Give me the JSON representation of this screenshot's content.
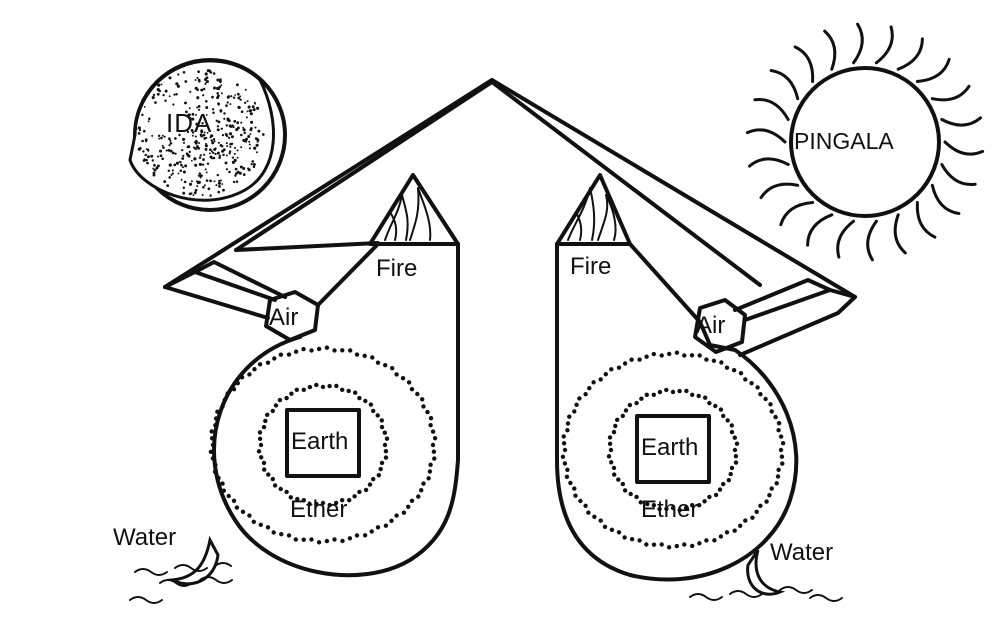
{
  "moon_label": "IDA",
  "sun_label": "PINGALA",
  "left": {
    "fire": "Fire",
    "air": "Air",
    "earth": "Earth",
    "ether": "Ether",
    "water": "Water"
  },
  "right": {
    "fire": "Fire",
    "air": "Air",
    "earth": "Earth",
    "ether": "Ether",
    "water": "Water"
  }
}
